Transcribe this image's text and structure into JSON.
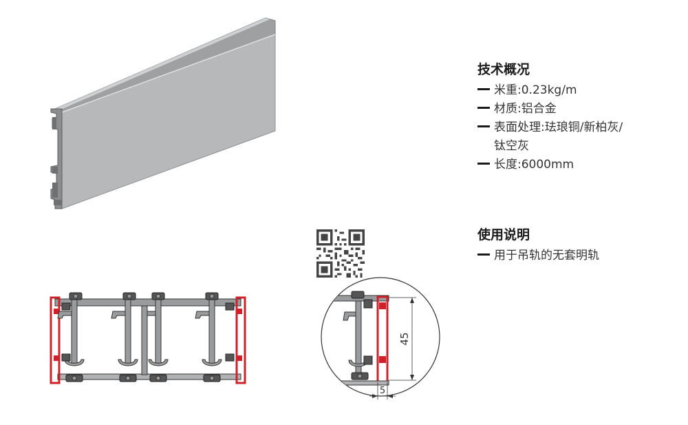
{
  "specs": {
    "title": "技术概况",
    "items": [
      "米重:0.23kg/m",
      "材质:铝合金",
      "表面处理:珐琅铜/新柏灰/",
      "长度:6000mm"
    ],
    "item3_cont": "钛空灰"
  },
  "usage": {
    "title": "使用说明",
    "items": [
      "用于吊轨的无套明轨"
    ]
  },
  "dimensions": {
    "height": "45",
    "width": "5"
  }
}
